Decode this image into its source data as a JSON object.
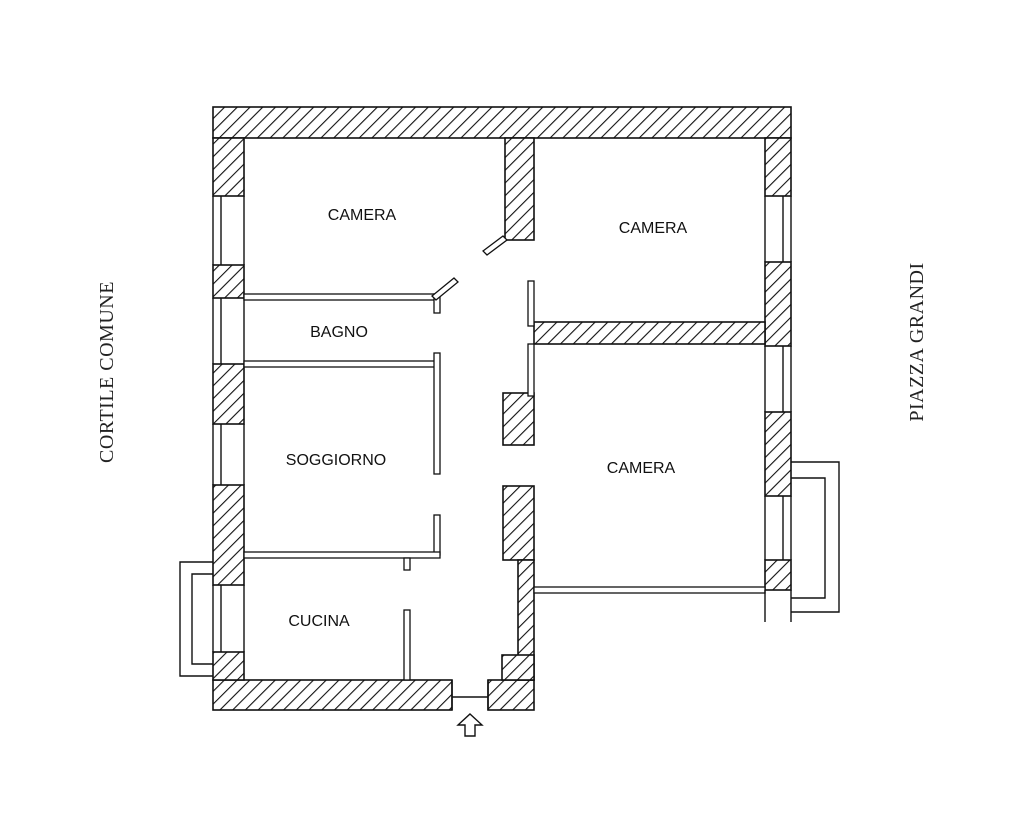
{
  "rooms": {
    "camera_nw": "CAMERA",
    "camera_ne": "CAMERA",
    "camera_e": "CAMERA",
    "bagno": "BAGNO",
    "soggiorno": "SOGGIORNO",
    "cucina": "CUCINA"
  },
  "sides": {
    "west": "CORTILE COMUNE",
    "east": "PIAZZA GRANDI"
  },
  "icons": {
    "entrance": "up-arrow-icon"
  },
  "colors": {
    "ink": "#111111",
    "background": "#ffffff"
  }
}
